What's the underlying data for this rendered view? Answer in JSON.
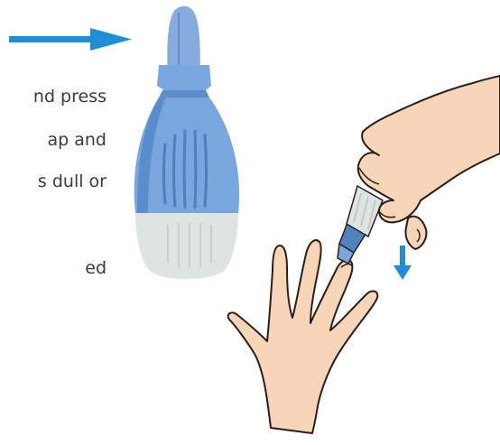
{
  "instruction_fragments": [
    "nd press",
    "ap and",
    "s dull or",
    "ed"
  ],
  "colors": {
    "arrow_blue": "#1e8fd6",
    "device_blue": "#79a6dd",
    "device_blue_dark": "#4f82c4",
    "device_cap_gray": "#dde4e2",
    "skin": "#f6d5b8",
    "skin_outline": "#2a1f1a"
  },
  "icons": {
    "pointer_arrow": "right-arrow-icon",
    "motion_arrow": "down-arrow-icon"
  }
}
